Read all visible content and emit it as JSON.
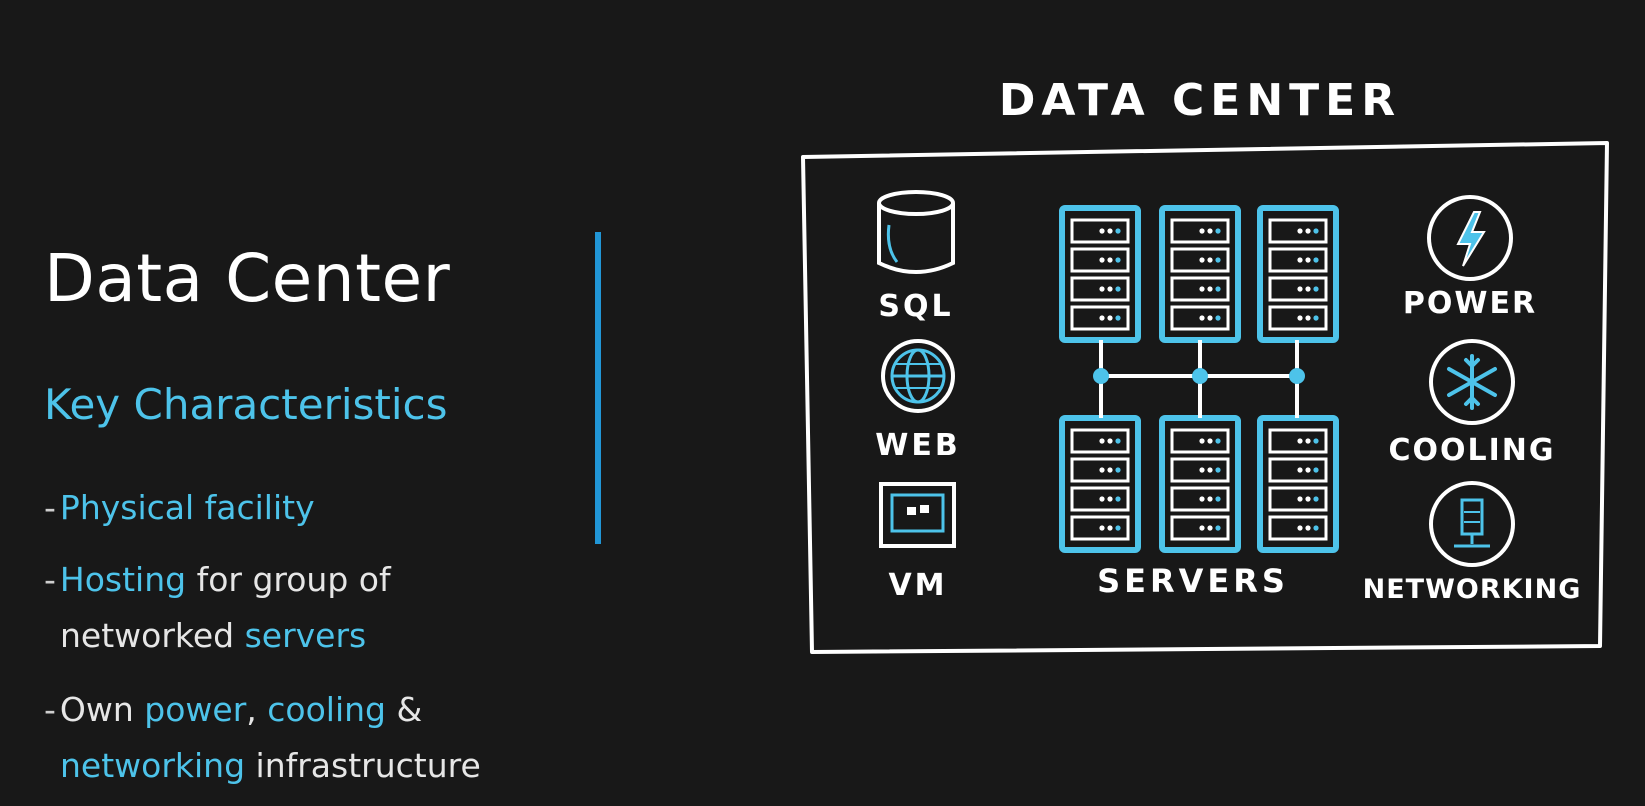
{
  "slide": {
    "title": "Data Center",
    "subtitle": "Key Characteristics",
    "bullets": [
      {
        "parts": [
          {
            "t": "Physical facility",
            "hl": true
          }
        ]
      },
      {
        "parts": [
          {
            "t": "Hosting",
            "hl": true
          },
          {
            "t": " for group of",
            "hl": false
          }
        ],
        "line2": [
          {
            "t": "networked ",
            "hl": false
          },
          {
            "t": "servers",
            "hl": true
          }
        ]
      },
      {
        "parts": [
          {
            "t": "Own ",
            "hl": false
          },
          {
            "t": "power",
            "hl": true
          },
          {
            "t": ", ",
            "hl": false
          },
          {
            "t": "cooling",
            "hl": true
          },
          {
            "t": " &",
            "hl": false
          }
        ],
        "line2": [
          {
            "t": "networking",
            "hl": true
          },
          {
            "t": " infrastructure",
            "hl": false
          }
        ]
      }
    ],
    "bullet_dash": "-"
  },
  "diagram": {
    "heading": "DATA CENTER",
    "left_labels": {
      "sql": "SQL",
      "web": "WEB",
      "vm": "VM"
    },
    "servers_label": "SERVERS",
    "right_labels": {
      "power": "POWER",
      "cooling": "COOLING",
      "networking": "NETWORKING"
    }
  },
  "colors": {
    "background": "#181818",
    "accent": "#4dc3ea",
    "divider": "#2196d6",
    "text": "#e6e6e6"
  }
}
